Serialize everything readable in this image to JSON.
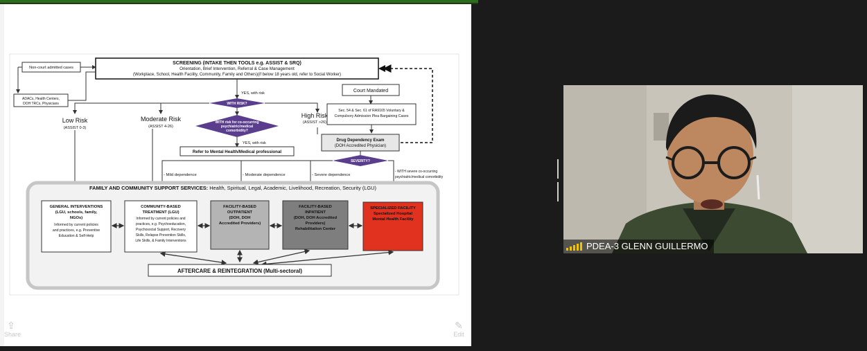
{
  "flowchart": {
    "screening_title": "SCREENING (INTAKE THEN TOOLS e.g. ASSIST & SRQ)",
    "screening_line2": "Orientation, Brief Intervention, Referral & Case Management",
    "screening_line3": "(Workplace, School, Health Facility, Community, Family and Others)(if below 18 years old, refer to Social Worker)",
    "non_court": "Non-court admitted cases",
    "adacs_line1": "ADACs, Health Centers,",
    "adacs_line2": "DOH TRCs, Physicians",
    "yes_with_risk_1": "YES, with risk",
    "with_risk": "WITH RISK?",
    "low_risk": "Low Risk",
    "low_risk_sub": "(ASSIST 0-3)",
    "moderate_risk": "Moderate Risk",
    "moderate_risk_sub": "(ASSIST 4-26)",
    "high_risk": "High Risk",
    "high_risk_sub": "(ASSIST >26)",
    "cooccur_line1": "WITH risk for co-occurring",
    "cooccur_line2": "psychiatric/medical",
    "cooccur_line3": "comorbidity?",
    "yes_with_risk_2": "YES, with risk",
    "refer_mental": "Refer to Mental Health/Medical professional",
    "court_mandated": "Court Mandated",
    "sec_line1": "Sec. 54 & Sec. 61 of RA9165 Voluntary &",
    "sec_line2": "Compulsory Admission Plea Bargaining Cases",
    "dde_line1": "Drug Dependency Exam",
    "dde_line2": "(DOH Accredited Physician)",
    "severity": "SEVERITY?",
    "mild_dep": "- Mild dependence",
    "moderate_dep": "- Moderate dependence",
    "severe_dep": "- Severe dependence",
    "severe_cooccur_1": "- WITH severe co-occurring",
    "severe_cooccur_2": "psychiatric/medical comorbidity",
    "family_bold": "FAMILY AND COMMUNITY SUPPORT SERVICES:",
    "family_rest": " Health, Spiritual, Legal, Academic, Livelihood, Recreation, Security (LGU)",
    "gi_title1": "GENERAL INTERVENTIONS",
    "gi_title2": "(LGU, schools, family,",
    "gi_title3": "NGOs)",
    "gi_body1": "Informed by current policies",
    "gi_body2": "and practices, e.g. Preventive",
    "gi_body3": "Education & Self-Help",
    "cb_title1": "COMMUNITY-BASED",
    "cb_title2": "TREATMENT (LGU)",
    "cb_body1": "Informed by current policies and",
    "cb_body2": "practices, e.g. Psychoeducation,",
    "cb_body3": "Psychosocial Support, Recovery",
    "cb_body4": "Skills, Relapse Prevention Skills,",
    "cb_body5": "Life Skills, & Family Interventions",
    "fo_title1": "FACILITY-BASED",
    "fo_title2": "OUTPATIENT",
    "fo_title3": "(DOH, DOH",
    "fo_title4": "Accredited Providers)",
    "fi_title1": "FACILITY-BASED",
    "fi_title2": "INPATIENT",
    "fi_title3": "(DOH, DOH Accredited",
    "fi_title4": "Providers)",
    "fi_title5": "Rehabilitation Center",
    "sf_title1": "SPECIALIZED FACILITY",
    "sf_title2": "Specialized Hospital",
    "sf_title3": "Mental Health Facility",
    "aftercare": "AFTERCARE & REINTEGRATION (Multi-sectoral)"
  },
  "share_toolbar": {
    "left_label": "Share",
    "right_label": "Edit"
  },
  "participant": {
    "name": "PDEA-3 GLENN GUILLERMO"
  },
  "colors": {
    "specialized_facility": "#e0321e",
    "outpatient_box": "#b4b4b4",
    "inpatient_box": "#7e7e7e",
    "diamond": "#5b3d8e",
    "mic_bars": "#f2c200"
  }
}
